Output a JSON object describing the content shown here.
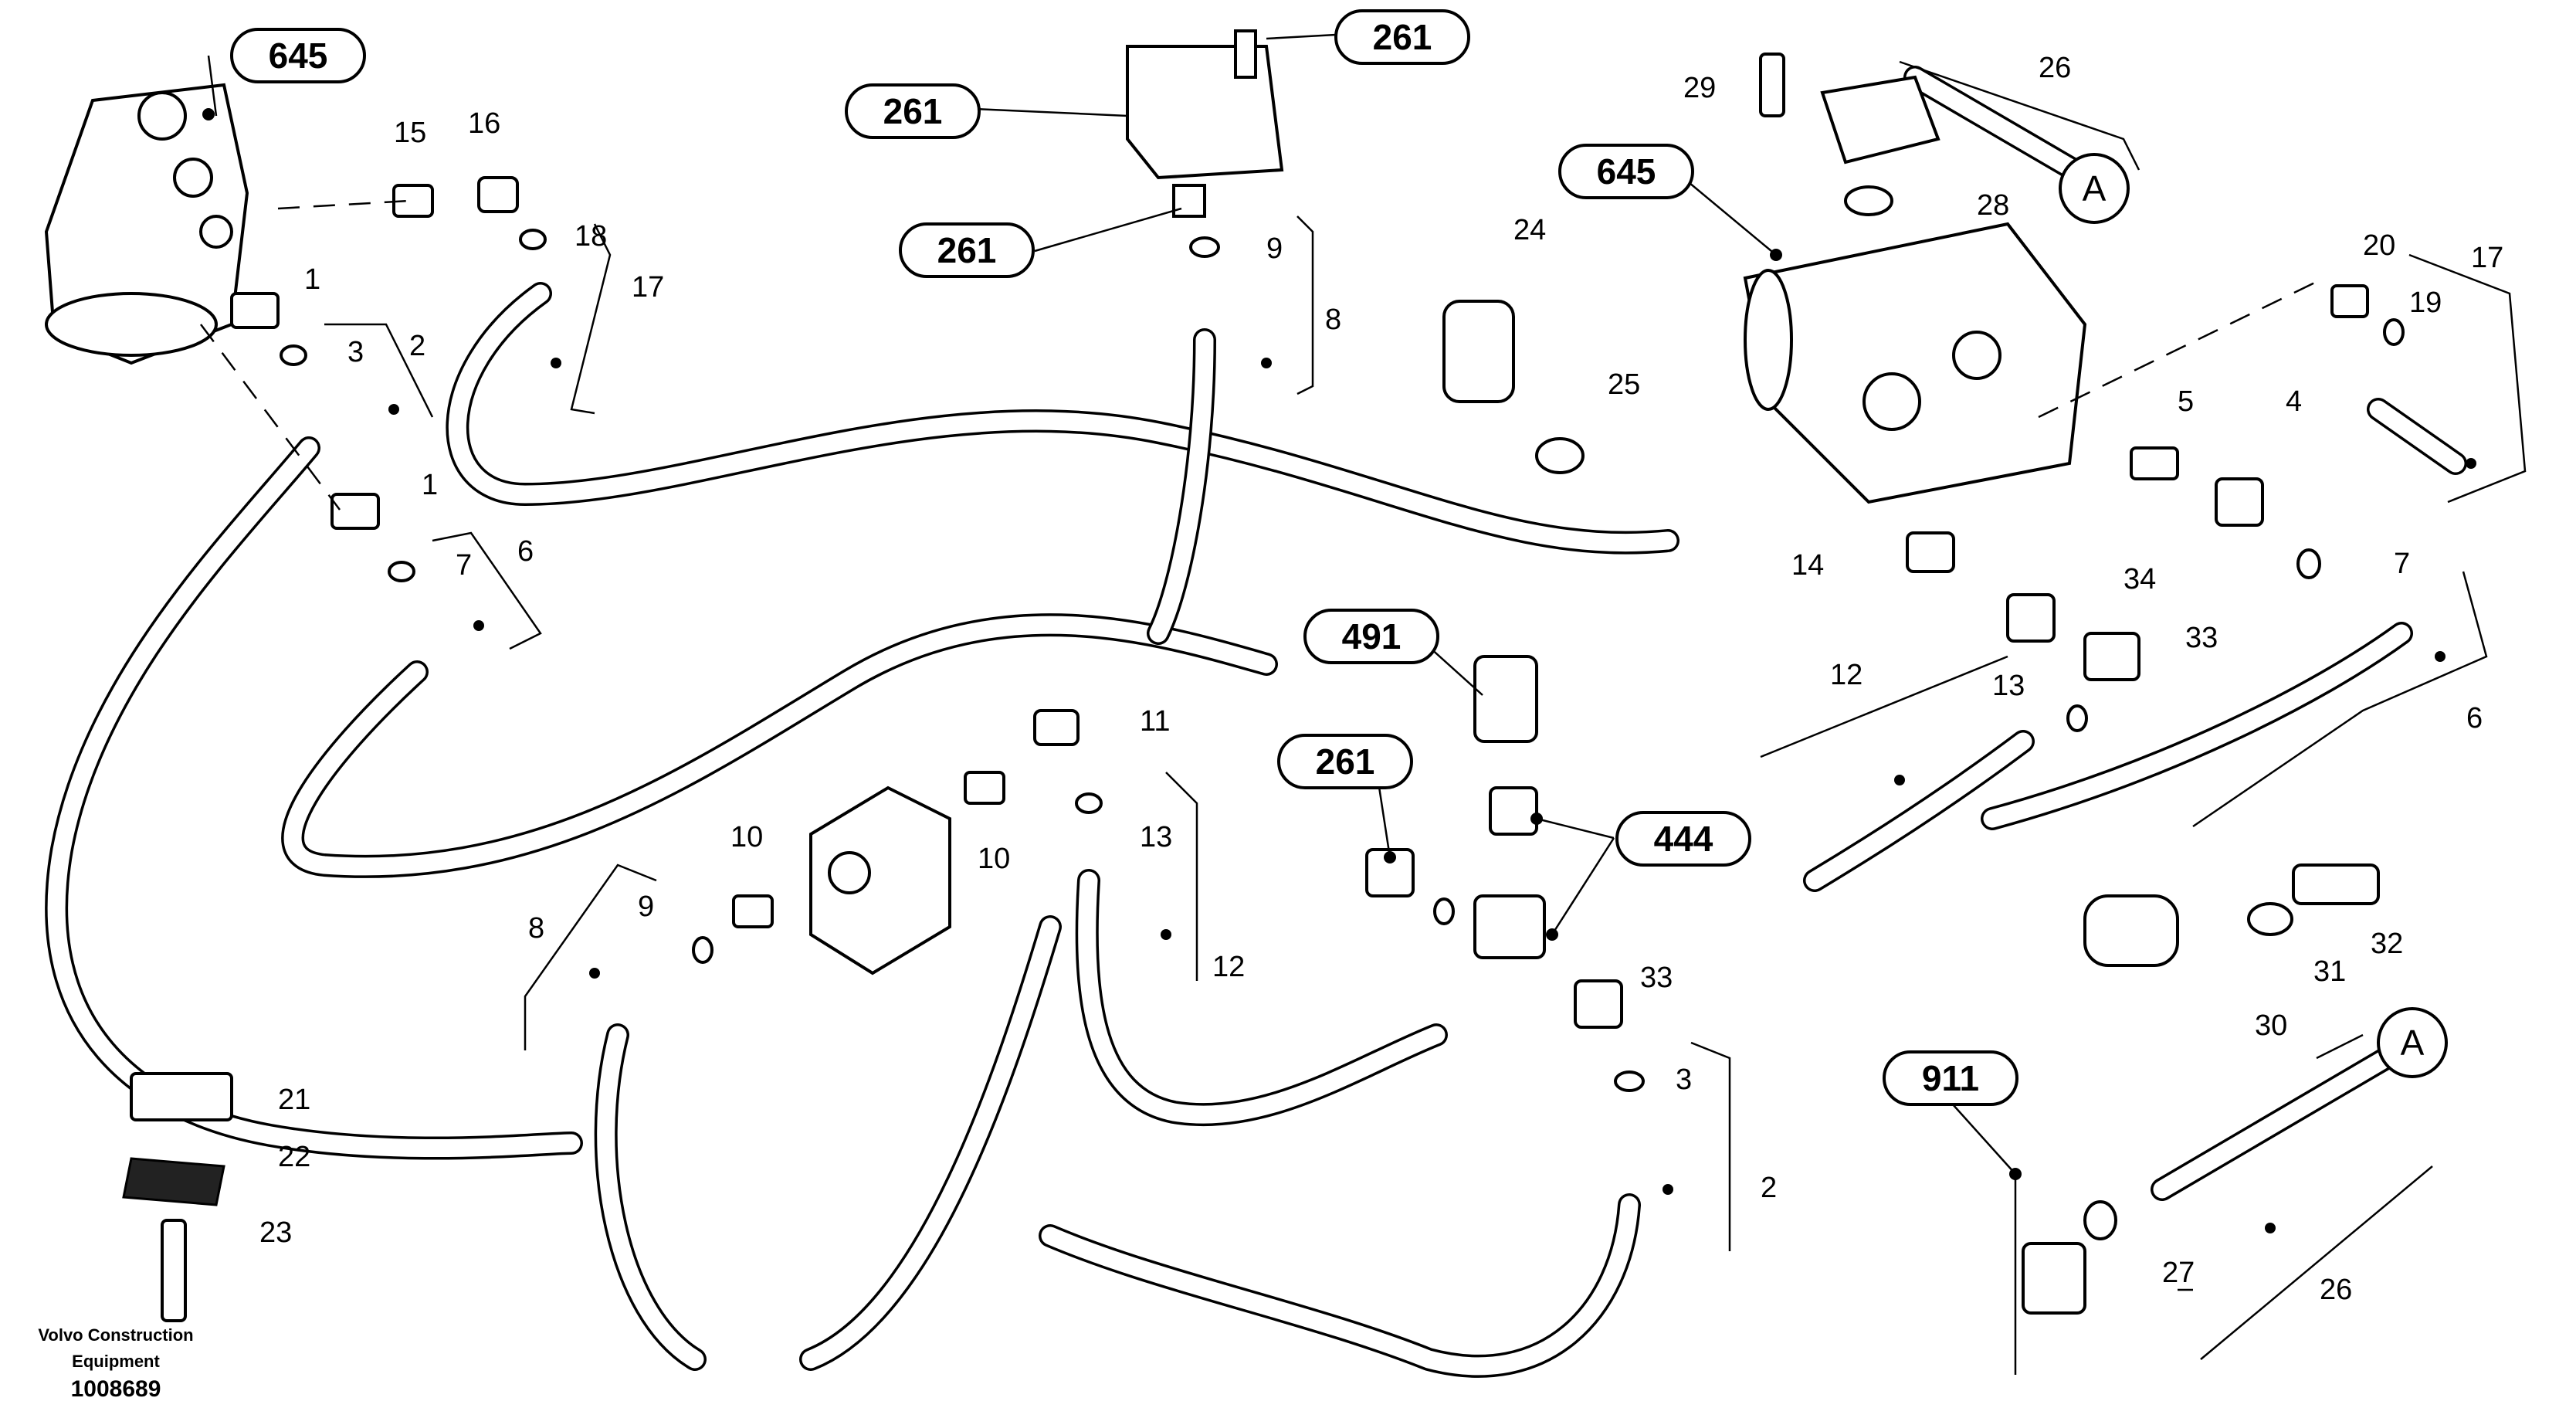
{
  "callouts": {
    "c645a": "645",
    "c645b": "645",
    "c261a": "261",
    "c261b": "261",
    "c261c": "261",
    "c261d": "261",
    "c491": "491",
    "c444": "444",
    "c911": "911",
    "cA1": "A",
    "cA2": "A"
  },
  "labels": {
    "n1a": "1",
    "n1b": "1",
    "n2a": "2",
    "n2b": "2",
    "n3a": "3",
    "n3b": "3",
    "n4": "4",
    "n5": "5",
    "n6a": "6",
    "n6b": "6",
    "n7a": "7",
    "n7b": "7",
    "n8a": "8",
    "n8b": "8",
    "n9a": "9",
    "n9b": "9",
    "n10a": "10",
    "n10b": "10",
    "n11": "11",
    "n12a": "12",
    "n12b": "12",
    "n13a": "13",
    "n13b": "13",
    "n14": "14",
    "n15": "15",
    "n16": "16",
    "n17a": "17",
    "n17b": "17",
    "n18": "18",
    "n19": "19",
    "n20": "20",
    "n21": "21",
    "n22": "22",
    "n23": "23",
    "n24": "24",
    "n25": "25",
    "n26a": "26",
    "n26b": "26",
    "n27": "27",
    "n28": "28",
    "n29": "29",
    "n30": "30",
    "n31": "31",
    "n32": "32",
    "n33a": "33",
    "n33b": "33",
    "n34": "34"
  },
  "footer": {
    "line1": "Volvo Construction",
    "line2": "Equipment",
    "drawing_id": "1008689"
  }
}
